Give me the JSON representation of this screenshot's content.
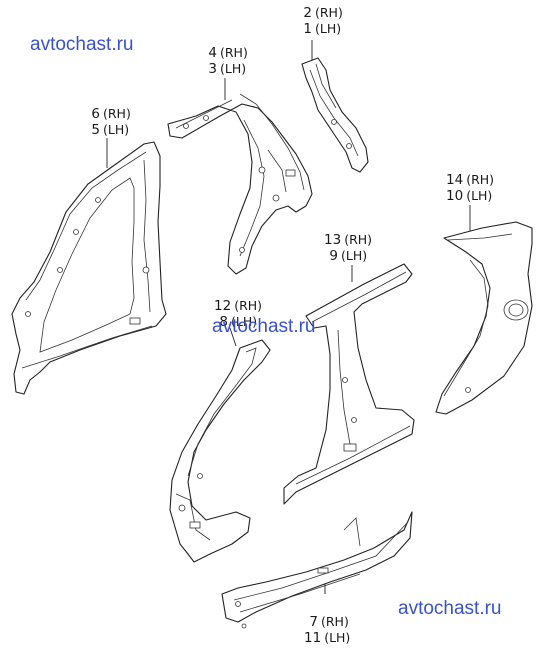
{
  "colors": {
    "watermark": "#3a52c8",
    "line": "#222222",
    "background": "#ffffff"
  },
  "watermarks": [
    "avtochast.ru",
    "avtochast.ru",
    "avtochast.ru"
  ],
  "callouts": [
    {
      "id": "c2-1",
      "rows": [
        {
          "num": "2",
          "side": "(RH)"
        },
        {
          "num": "1",
          "side": "(LH)"
        }
      ]
    },
    {
      "id": "c4-3",
      "rows": [
        {
          "num": "4",
          "side": "(RH)"
        },
        {
          "num": "3",
          "side": "(LH)"
        }
      ]
    },
    {
      "id": "c6-5",
      "rows": [
        {
          "num": "6",
          "side": "(RH)"
        },
        {
          "num": "5",
          "side": "(LH)"
        }
      ]
    },
    {
      "id": "c14-10",
      "rows": [
        {
          "num": "14",
          "side": "(RH)"
        },
        {
          "num": "10",
          "side": "(LH)"
        }
      ]
    },
    {
      "id": "c13-9",
      "rows": [
        {
          "num": "13",
          "side": "(RH)"
        },
        {
          "num": "9",
          "side": "(LH)"
        }
      ]
    },
    {
      "id": "c12-8",
      "rows": [
        {
          "num": "12",
          "side": "(RH)"
        },
        {
          "num": "8",
          "side": "(LH)"
        }
      ]
    },
    {
      "id": "c7-11",
      "rows": [
        {
          "num": "7",
          "side": "(RH)"
        },
        {
          "num": "11",
          "side": "(LH)"
        }
      ]
    }
  ]
}
